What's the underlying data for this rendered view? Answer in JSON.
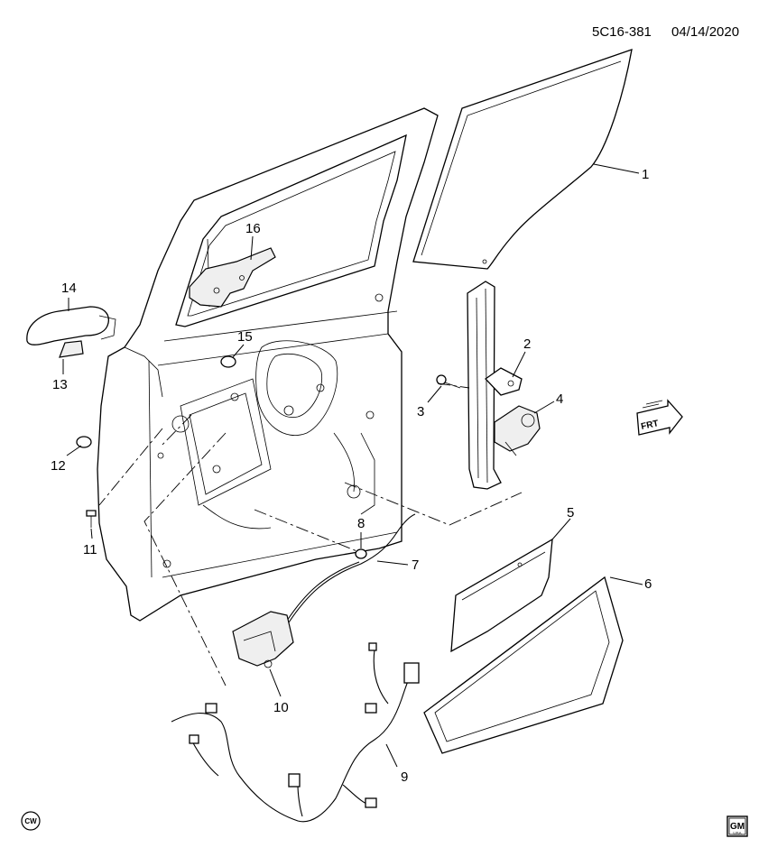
{
  "header": {
    "code": "5C16-381",
    "date": "04/14/2020"
  },
  "callouts": [
    "1",
    "2",
    "3",
    "4",
    "5",
    "6",
    "7",
    "8",
    "9",
    "10",
    "11",
    "12",
    "13",
    "14",
    "15",
    "16"
  ],
  "front_indicator": "FRT",
  "footer": {
    "cw_symbol": "CW",
    "logo_text": "GM",
    "logo_subtext": "USA"
  }
}
